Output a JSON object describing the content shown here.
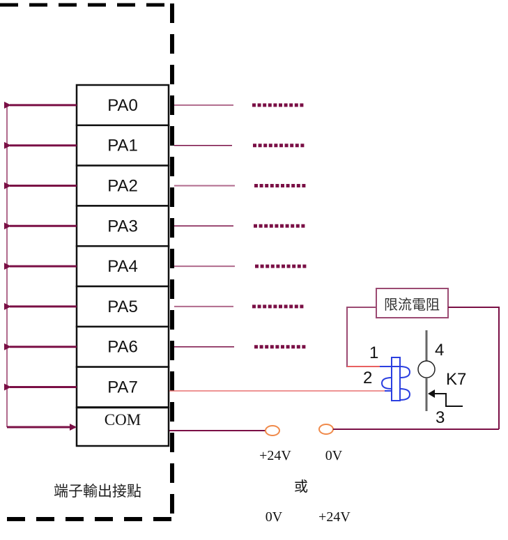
{
  "terminal_block": {
    "title": "端子輸出接點",
    "pins": [
      "PA0",
      "PA1",
      "PA2",
      "PA3",
      "PA4",
      "PA5",
      "PA6",
      "PA7"
    ],
    "common": "COM"
  },
  "relay": {
    "name": "K7",
    "resistor_label": "限流電阻",
    "coil_pin_1": "1",
    "coil_pin_2": "2",
    "contact_pin_3": "3",
    "contact_pin_4": "4"
  },
  "power": {
    "option_a": [
      "+24V",
      "0V"
    ],
    "or_label": "或",
    "option_b": [
      "0V",
      "+24V"
    ]
  },
  "colors": {
    "wire": "#7a0f45",
    "wire_light": "#b06a8c",
    "coil": "#2b3fe0",
    "terminal_circle": "#f08a4b",
    "dash": "#000000"
  }
}
